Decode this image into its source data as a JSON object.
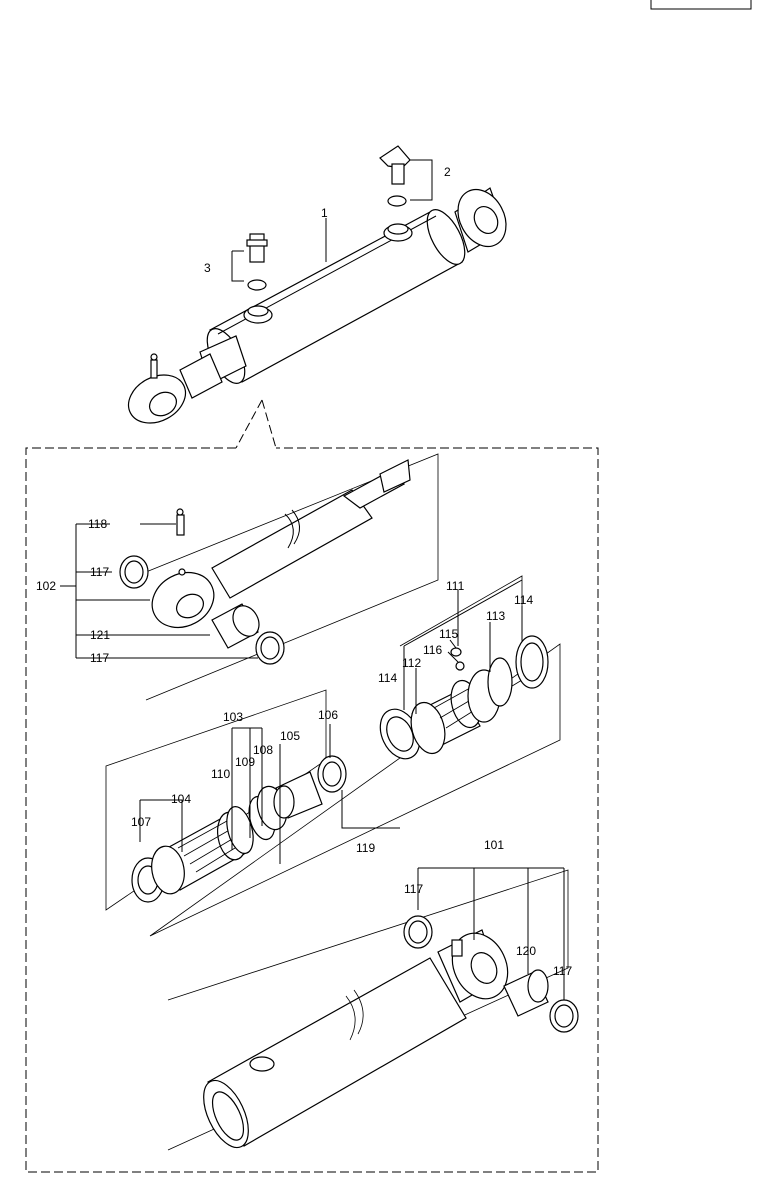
{
  "labels": {
    "p1": "1",
    "p2": "2",
    "p3": "3",
    "p101": "101",
    "p102": "102",
    "p103": "103",
    "p104": "104",
    "p105": "105",
    "p106": "106",
    "p107": "107",
    "p108": "108",
    "p109": "109",
    "p110": "110",
    "p111": "111",
    "p112": "112",
    "p113": "113",
    "p114a": "114",
    "p114b": "114",
    "p115": "115",
    "p116": "116",
    "p117a": "117",
    "p117b": "117",
    "p117c": "117",
    "p117d": "117",
    "p118": "118",
    "p119": "119",
    "p120": "120",
    "p121": "121"
  }
}
